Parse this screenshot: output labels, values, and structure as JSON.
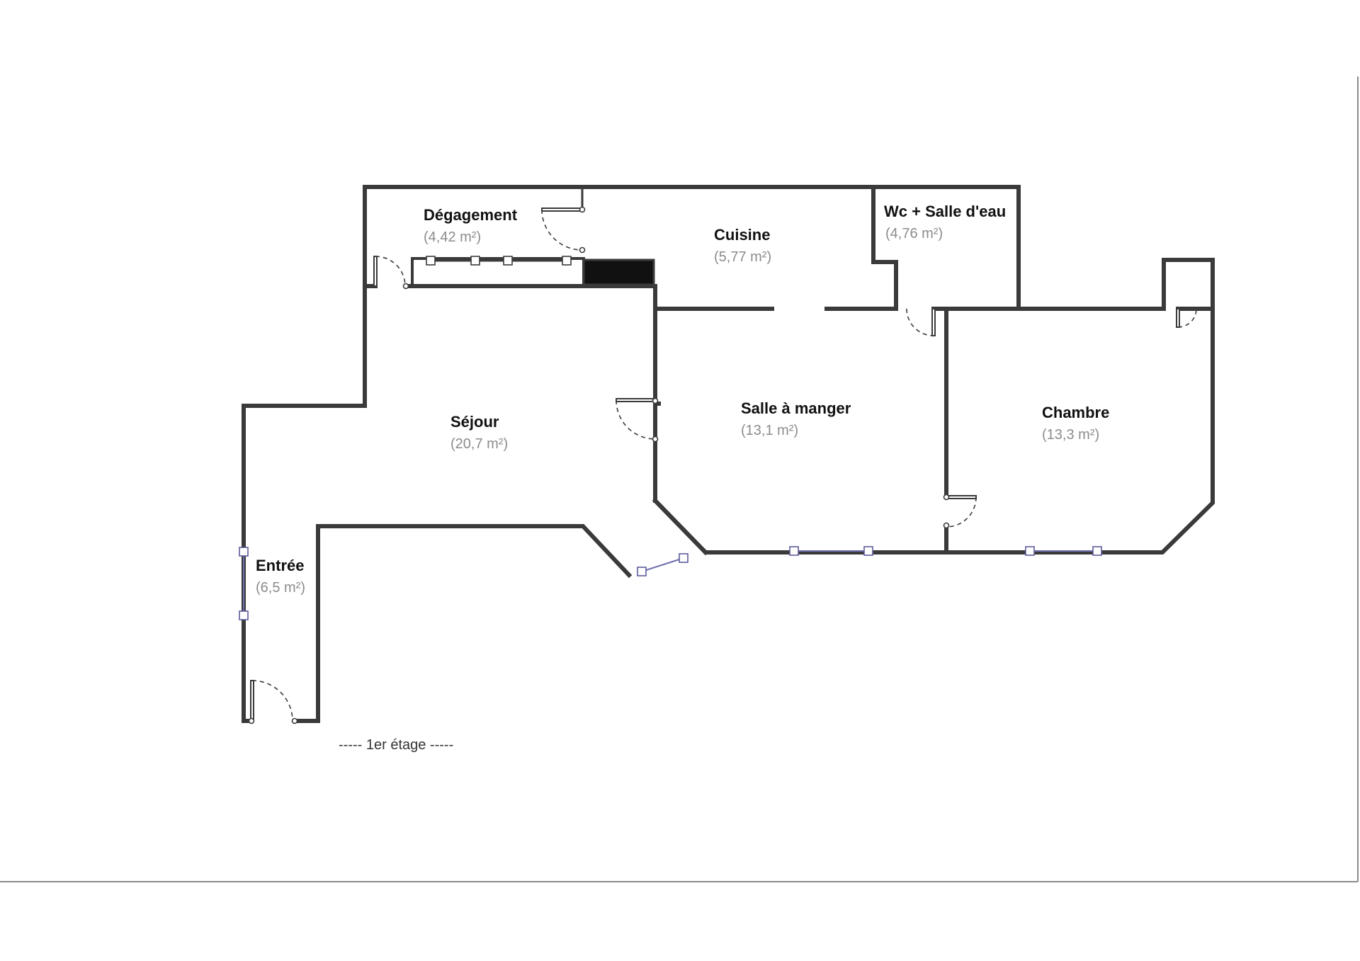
{
  "rooms": [
    {
      "id": "degagement",
      "name": "Dégagement",
      "area": "(4,42 m²)"
    },
    {
      "id": "cuisine",
      "name": "Cuisine",
      "area": "(5,77 m²)"
    },
    {
      "id": "wc",
      "name": "Wc + Salle d'eau",
      "area": "(4,76 m²)"
    },
    {
      "id": "sejour",
      "name": "Séjour",
      "area": "(20,7 m²)"
    },
    {
      "id": "salle-a-manger",
      "name": "Salle à manger",
      "area": "(13,1 m²)"
    },
    {
      "id": "chambre",
      "name": "Chambre",
      "area": "(13,3 m²)"
    },
    {
      "id": "entree",
      "name": "Entrée",
      "area": "(6,5 m²)"
    }
  ],
  "floor_label": "----- 1er étage -----",
  "colors": {
    "wall": "#3a3a3a",
    "window": "#6f6fb0",
    "area_text": "#8c8c8c"
  }
}
